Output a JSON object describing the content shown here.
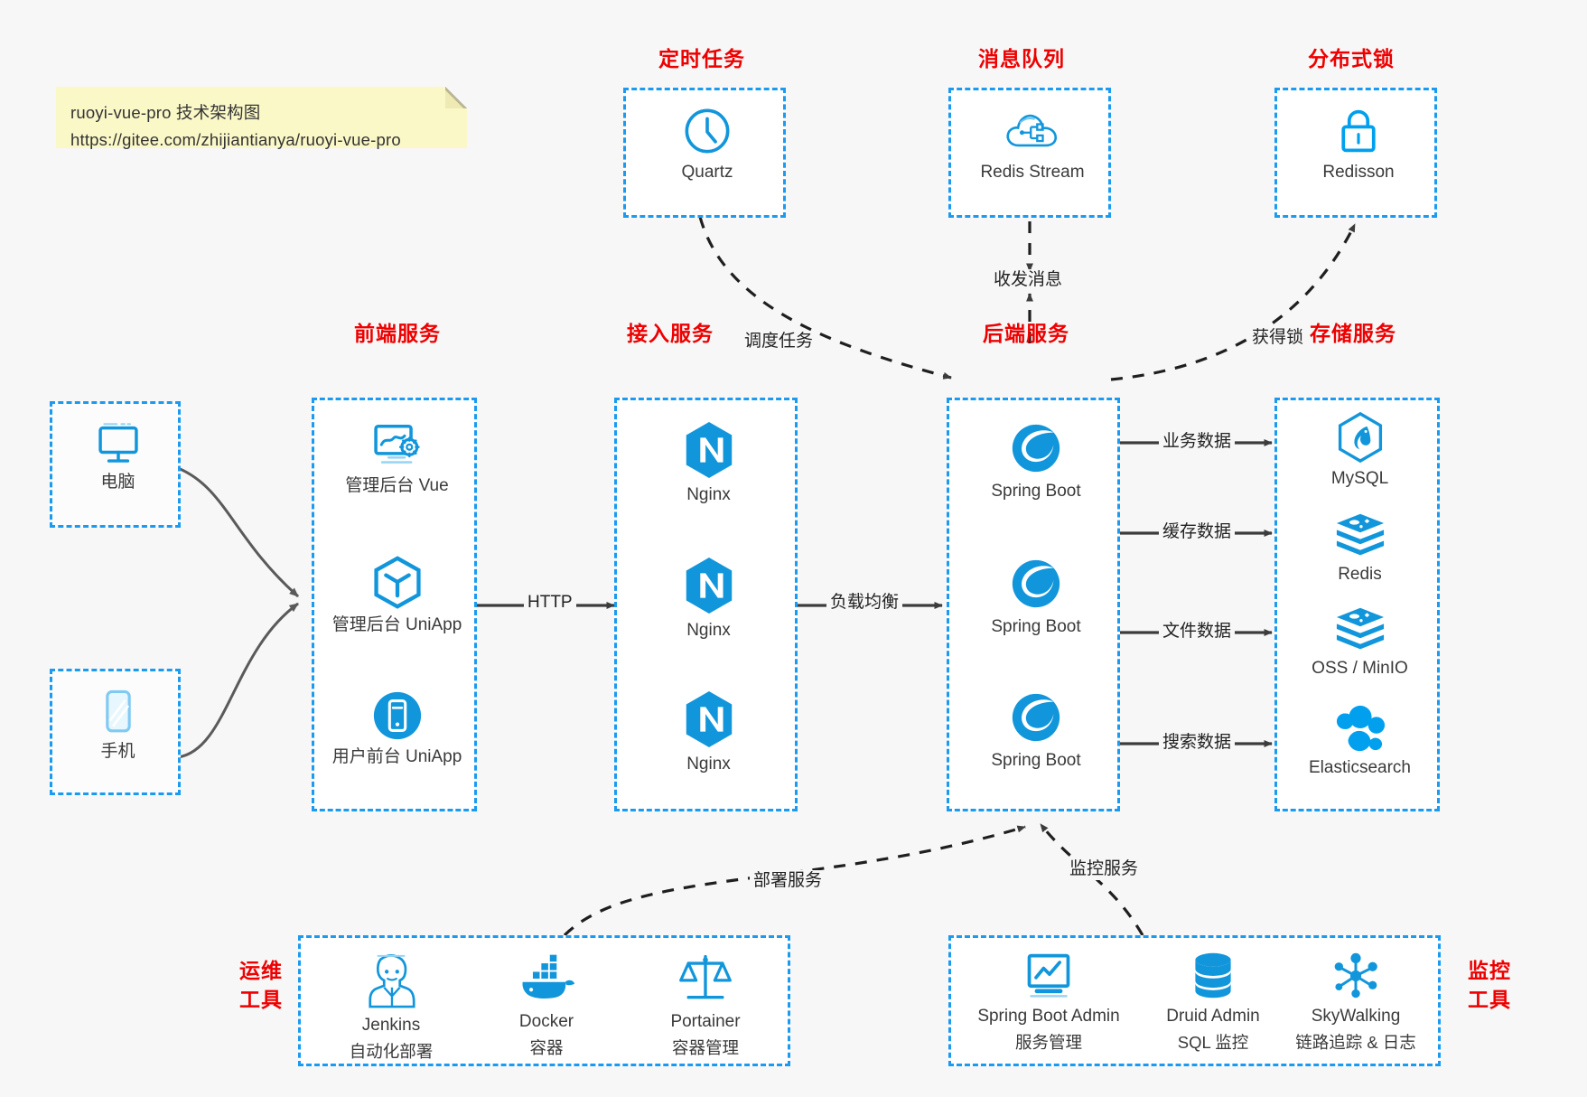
{
  "note": {
    "title": "ruoyi-vue-pro 技术架构图",
    "url": "https://gitee.com/zhijiantianya/ruoyi-vue-pro"
  },
  "colors": {
    "accent_blue": "#1a9bf1",
    "icon_blue": "#1296db",
    "title_red": "#ee0000",
    "background": "#f7f7f7",
    "note_yellow": "#fbf8c8",
    "edge_dark": "#3c3c3c"
  },
  "groups": {
    "scheduled_task": {
      "title": "定时任务"
    },
    "message_queue": {
      "title": "消息队列"
    },
    "distributed_lock": {
      "title": "分布式锁"
    },
    "frontend": {
      "title": "前端服务"
    },
    "gateway": {
      "title": "接入服务"
    },
    "backend": {
      "title": "后端服务"
    },
    "storage": {
      "title": "存储服务"
    },
    "devops": {
      "title_line1": "运维",
      "title_line2": "工具"
    },
    "monitor": {
      "title_line1": "监控",
      "title_line2": "工具"
    }
  },
  "nodes": {
    "quartz": {
      "label": "Quartz",
      "icon": "clock-icon"
    },
    "redis_stream": {
      "label": "Redis Stream",
      "icon": "cloud-stream-icon"
    },
    "redisson": {
      "label": "Redisson",
      "icon": "padlock-icon"
    },
    "computer": {
      "label": "电脑",
      "icon": "desktop-monitor-icon"
    },
    "phone": {
      "label": "手机",
      "icon": "mobile-phone-icon"
    },
    "admin_vue": {
      "label": "管理后台 Vue",
      "icon": "dashboard-gear-icon"
    },
    "admin_uniapp": {
      "label": "管理后台 UniApp",
      "icon": "hexagon-cube-icon"
    },
    "user_uniapp": {
      "label": "用户前台 UniApp",
      "icon": "mobile-app-circle-icon"
    },
    "nginx_1": {
      "label": "Nginx",
      "icon": "nginx-icon"
    },
    "nginx_2": {
      "label": "Nginx",
      "icon": "nginx-icon"
    },
    "nginx_3": {
      "label": "Nginx",
      "icon": "nginx-icon"
    },
    "springboot_1": {
      "label": "Spring Boot",
      "icon": "spring-boot-icon"
    },
    "springboot_2": {
      "label": "Spring Boot",
      "icon": "spring-boot-icon"
    },
    "springboot_3": {
      "label": "Spring Boot",
      "icon": "spring-boot-icon"
    },
    "mysql": {
      "label": "MySQL",
      "icon": "mysql-dolphin-icon"
    },
    "redis": {
      "label": "Redis",
      "icon": "redis-stack-icon"
    },
    "oss_minio": {
      "label": "OSS / MinIO",
      "icon": "redis-stack-icon"
    },
    "elasticsearch": {
      "label": "Elasticsearch",
      "icon": "elasticsearch-icon"
    },
    "jenkins": {
      "label": "Jenkins",
      "sublabel": "自动化部署",
      "icon": "jenkins-butler-icon"
    },
    "docker": {
      "label": "Docker",
      "sublabel": "容器",
      "icon": "docker-whale-icon"
    },
    "portainer": {
      "label": "Portainer",
      "sublabel": "容器管理",
      "icon": "balance-scale-icon"
    },
    "spring_boot_admin": {
      "label": "Spring Boot Admin",
      "sublabel": "服务管理",
      "icon": "monitor-chart-icon"
    },
    "druid_admin": {
      "label": "Druid Admin",
      "sublabel": "SQL 监控",
      "icon": "database-stack-icon"
    },
    "skywalking": {
      "label": "SkyWalking",
      "sublabel": "链路追踪 & 日志",
      "icon": "node-network-icon"
    }
  },
  "edges": [
    {
      "id": "http",
      "label": "HTTP"
    },
    {
      "id": "load-balance",
      "label": "负载均衡"
    },
    {
      "id": "schedule-task",
      "label": "调度任务"
    },
    {
      "id": "send-receive-message",
      "label": "收发消息"
    },
    {
      "id": "acquire-lock",
      "label": "获得锁"
    },
    {
      "id": "business-data",
      "label": "业务数据"
    },
    {
      "id": "cache-data",
      "label": "缓存数据"
    },
    {
      "id": "file-data",
      "label": "文件数据"
    },
    {
      "id": "search-data",
      "label": "搜索数据"
    },
    {
      "id": "deploy-service",
      "label": "部署服务"
    },
    {
      "id": "monitor-service",
      "label": "监控服务"
    }
  ]
}
